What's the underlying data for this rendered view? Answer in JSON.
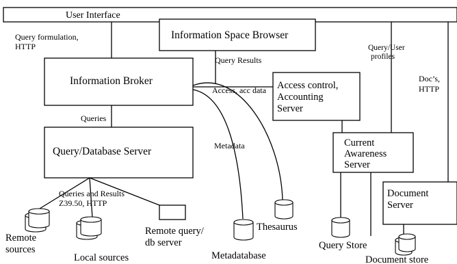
{
  "boxes": {
    "user_interface": "User Interface",
    "info_space_browser": "Information Space Browser",
    "info_broker": "Information Broker",
    "access_control": [
      "Access control,",
      "Accounting",
      "Server"
    ],
    "query_db_server": "Query/Database Server",
    "current_awareness": [
      "Current",
      "Awareness",
      "Server"
    ],
    "document_server": [
      "Document",
      "Server"
    ]
  },
  "edge_labels": {
    "query_formulation": [
      "Query formulation,",
      "HTTP"
    ],
    "query_results": "Query Results",
    "access_acc_data": "Access, acc data",
    "query_user_profiles": [
      "Query/User",
      "profiles"
    ],
    "docs_http": [
      "Doc’s,",
      "HTTP"
    ],
    "queries": "Queries",
    "metadata": "Metadata",
    "queries_and_results": [
      "Queries and Results",
      "Z39.50, HTTP"
    ]
  },
  "stores": {
    "remote_sources": [
      "Remote",
      "sources"
    ],
    "local_sources": "Local sources",
    "remote_query_db": [
      "Remote query/",
      "db server"
    ],
    "metadatabase": "Metadatabase",
    "thesaurus": "Thesaurus",
    "query_store": "Query Store",
    "document_store": "Document store"
  }
}
